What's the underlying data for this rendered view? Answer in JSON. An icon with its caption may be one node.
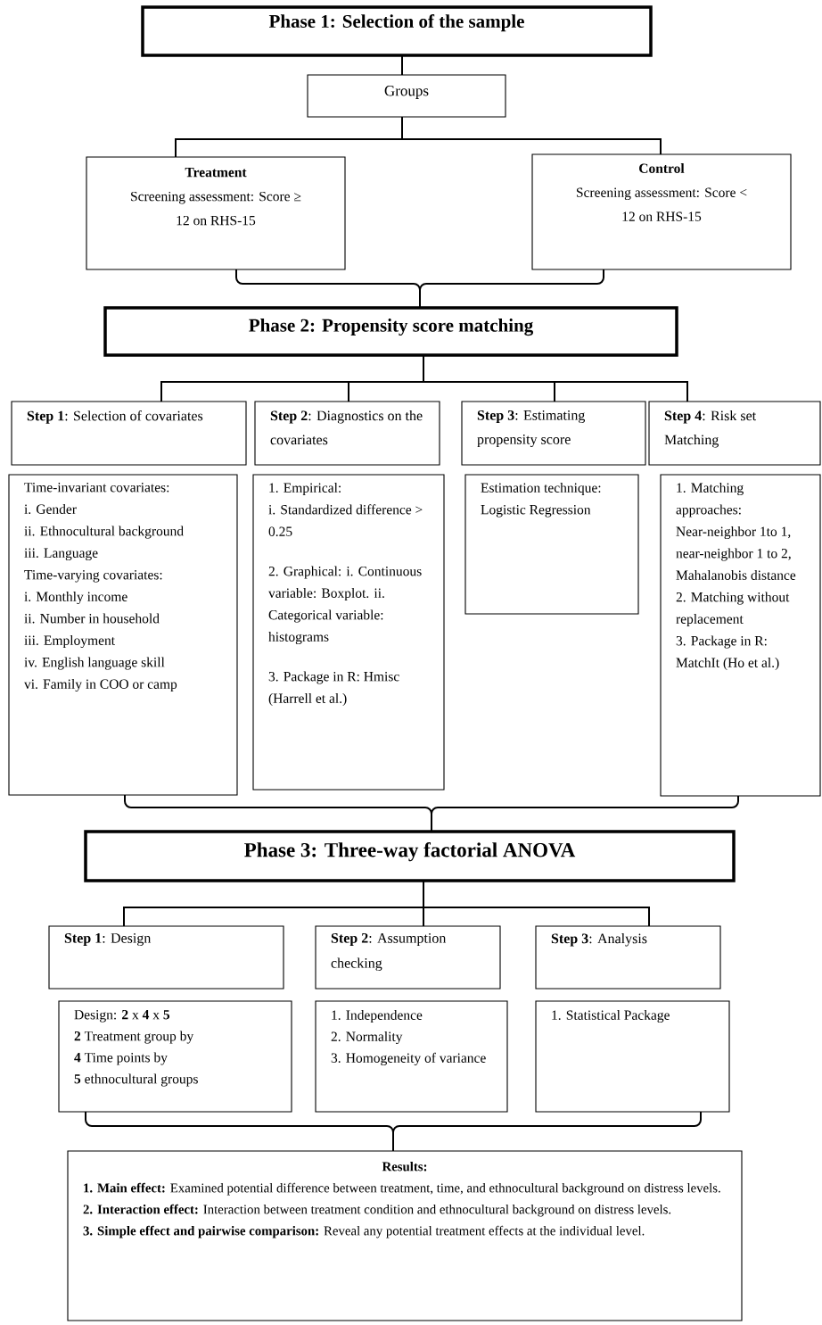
{
  "diagram": {
    "nodes": [
      {
        "text": [
          "Phase 1: Selection of the sample"
        ]
      },
      {
        "text": [
          "Groups"
        ]
      },
      {
        "text": [
          "Treatment",
          "Screening assessment: Score ≥ 12 on RHS-15"
        ]
      },
      {
        "text": [
          "Control",
          "Screening assessment: Score < 12 on RHS-15"
        ]
      },
      {
        "text": [
          "Phase 2: Propensity score matching"
        ]
      },
      {
        "text": [
          "**Step 1**: Selection of covariates"
        ]
      },
      {
        "text": [
          "**Step 2**: Diagnostics on the covariates"
        ]
      },
      {
        "text": [
          "**Step 3**: Estimating propensity score"
        ]
      },
      {
        "text": [
          "**Step 4**: Risk set Matching"
        ]
      },
      {
        "text": [
          "Time-invariant covariates:",
          "i. Gender",
          "ii. Ethnocultural background",
          "iii. Language",
          "Time-varying covariates:",
          "i. Monthly income",
          "ii. Number in household",
          "iii. Employment",
          "iv. English language skill",
          "vi. Family in COO or camp"
        ]
      },
      {
        "text": [
          "1. Empirical:",
          "i. Standardized difference > 0.25",
          "2. Graphical: i. Continuous variable: Boxplot. ii. Categorical variable: histograms",
          "3. Package in R: Hmisc (Harrell et al.)"
        ]
      },
      {
        "text": [
          "Estimation technique: Logistic Regression"
        ]
      },
      {
        "text": [
          "1. Matching approaches: Near-neighbor 1to 1, near-neighbor 1 to 2, Mahalanobis distance",
          "2. Matching without replacement",
          "3. Package in R: MatchIt (Ho et al.)"
        ]
      },
      {
        "text": [
          "Phase 3: Three-way factorial ANOVA"
        ]
      },
      {
        "text": [
          "**Step 1**: Design"
        ]
      },
      {
        "text": [
          "**Step 2**: Assumption checking"
        ]
      },
      {
        "text": [
          "**Step 3**: Analysis"
        ]
      },
      {
        "text": [
          "Design: **2** x **4** x **5**",
          "**2** Treatment group by",
          "**4** Time points by",
          "**5** ethnocultural groups"
        ]
      },
      {
        "text": [
          "1. Independence",
          "2. Normality",
          "3. Homogeneity of variance"
        ]
      },
      {
        "text": [
          "1. Statistical Package"
        ]
      },
      {
        "text": [
          "Results:",
          "**1. Main effect:** Examined potential difference between treatment, time, and ethnocultural background on distress levels.",
          "**2. Interaction effect:** Interaction between treatment condition and ethnocultural background on distress levels.",
          "**3. Simple effect and pairwise comparison:** Reveal any potential treatment effects at the individual level."
        ]
      }
    ],
    "edges": [
      {
        "from": 0,
        "to": 1,
        "arrow": "none"
      },
      {
        "from": 1,
        "to": 2,
        "arrow": "none"
      },
      {
        "from": 1,
        "to": 3,
        "arrow": "none"
      },
      {
        "from": 2,
        "to": 4,
        "arrow": "none"
      },
      {
        "from": 3,
        "to": 4,
        "arrow": "none"
      },
      {
        "from": 4,
        "to": 5,
        "arrow": "none"
      },
      {
        "from": 4,
        "to": 6,
        "arrow": "none"
      },
      {
        "from": 4,
        "to": 7,
        "arrow": "none"
      },
      {
        "from": 4,
        "to": 8,
        "arrow": "none"
      },
      {
        "from": 9,
        "to": 13,
        "arrow": "none"
      },
      {
        "from": 12,
        "to": 13,
        "arrow": "none"
      },
      {
        "from": 13,
        "to": 14,
        "arrow": "none"
      },
      {
        "from": 13,
        "to": 15,
        "arrow": "none"
      },
      {
        "from": 13,
        "to": 16,
        "arrow": "none"
      },
      {
        "from": 17,
        "to": 20,
        "arrow": "none"
      },
      {
        "from": 19,
        "to": 20,
        "arrow": "none"
      }
    ]
  }
}
